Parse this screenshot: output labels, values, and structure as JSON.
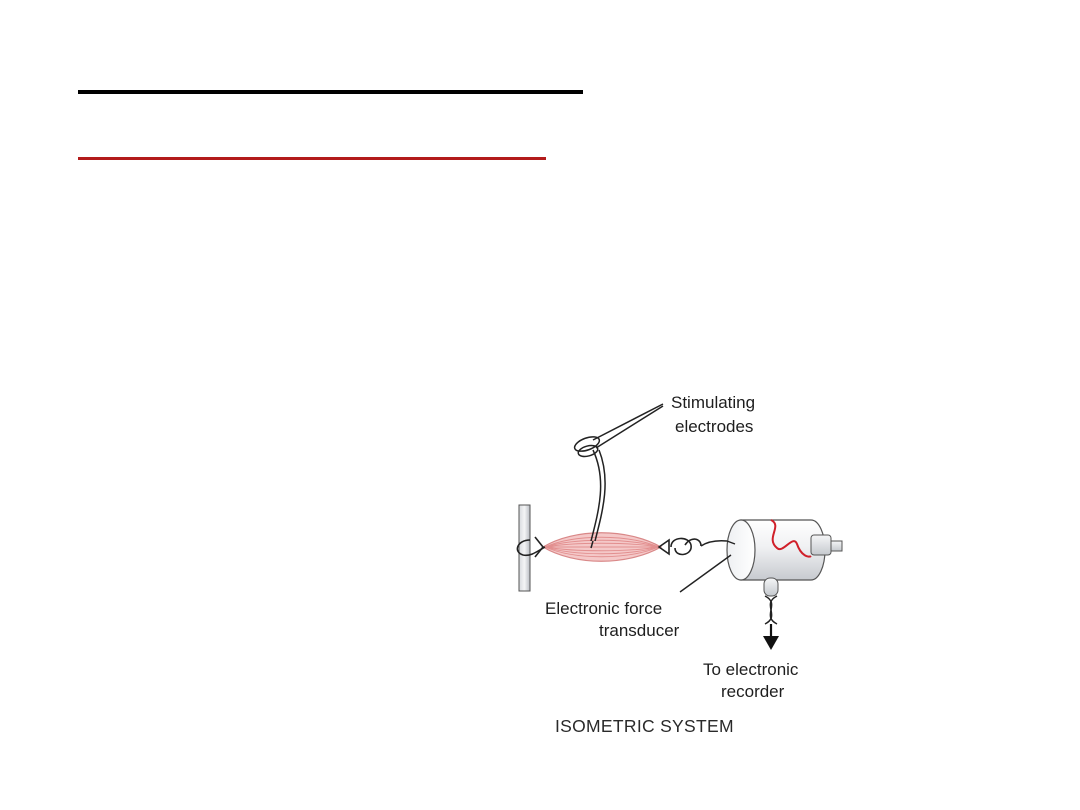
{
  "diagram": {
    "labels": {
      "stimulating": "Stimulating",
      "electrodes": "electrodes",
      "electronic_force": "Electronic force",
      "transducer": "transducer",
      "to_electronic": "To electronic",
      "recorder": "recorder"
    },
    "caption": "ISOMETRIC SYSTEM",
    "colors": {
      "muscle": "#e69a9a",
      "trace": "#d0202a",
      "line": "#222222",
      "rule_black": "#000000",
      "rule_red": "#b31b1b"
    }
  }
}
